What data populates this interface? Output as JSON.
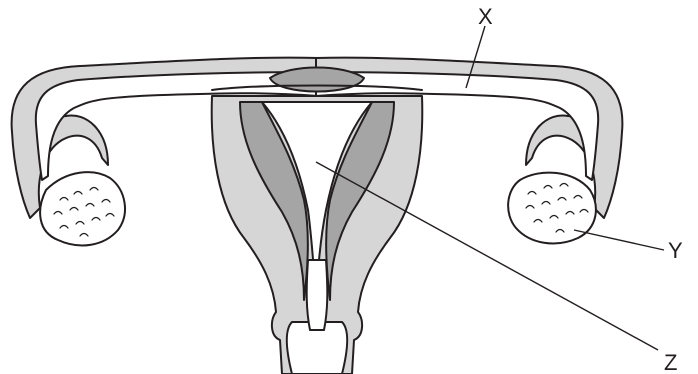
{
  "labels": {
    "x": "X",
    "y": "Y",
    "z": "Z"
  },
  "colors": {
    "outline": "#231f20",
    "tissue": "#d6d6d6",
    "muscle": "#a5a5a5",
    "lumen": "#ffffff",
    "background": "#ffffff"
  }
}
